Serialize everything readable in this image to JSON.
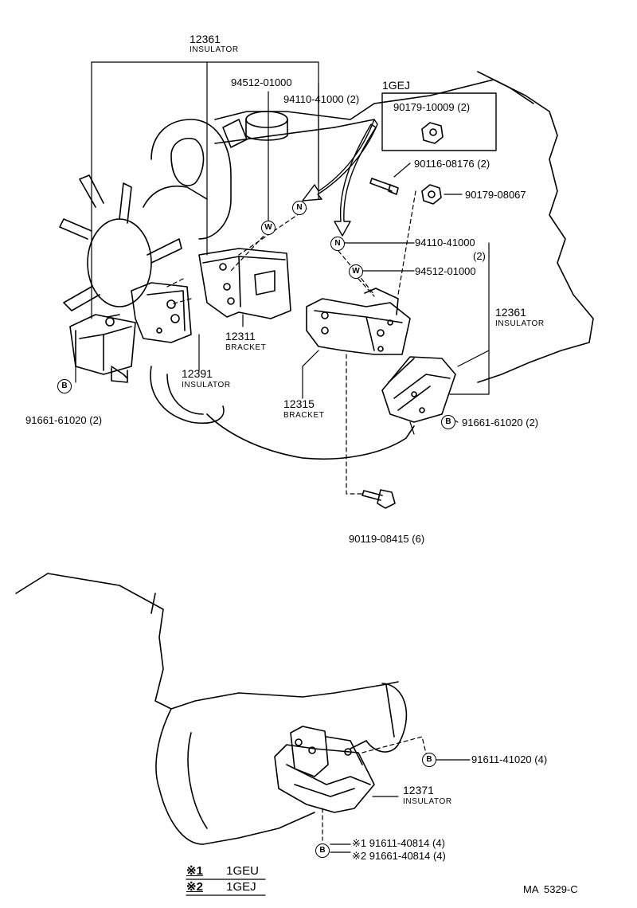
{
  "callouts": {
    "ins_12361_top": {
      "num": "12361",
      "name": "INSULATOR"
    },
    "part_94512_top": "94512-01000",
    "part_94110_top": "94110-41000 (2)",
    "variant_1gej": "1GEJ",
    "part_90179_10009": "90179-10009 (2)",
    "part_90116": "90116-08176 (2)",
    "part_90179_08067": "90179-08067",
    "part_94110_right": "94110-41000",
    "part_94110_right_qty": "(2)",
    "part_94512_right": "94512-01000",
    "ins_12361_right": {
      "num": "12361",
      "name": "INSULATOR"
    },
    "bracket_12311": {
      "num": "12311",
      "name": "BRACKET"
    },
    "ins_12391": {
      "num": "12391",
      "name": "INSULATOR"
    },
    "bracket_12315": {
      "num": "12315",
      "name": "BRACKET"
    },
    "part_91661_left": "91661-61020 (2)",
    "part_91661_right": "91661-61020 (2)",
    "part_90119": "90119-08415 (6)",
    "part_91611_41020": "91611-41020 (4)",
    "ins_12371": {
      "num": "12371",
      "name": "INSULATOR"
    },
    "part_91611_40814": "※1 91611-40814 (4)",
    "part_91661_40814": "※2 91661-40814 (4)"
  },
  "markers": {
    "nut": "N",
    "washer": "W",
    "bolt": "B"
  },
  "legend": [
    {
      "symbol": "※1",
      "engine": "1GEU"
    },
    {
      "symbol": "※2",
      "engine": "1GEJ"
    }
  ],
  "figure_code": "MA  5329-C"
}
